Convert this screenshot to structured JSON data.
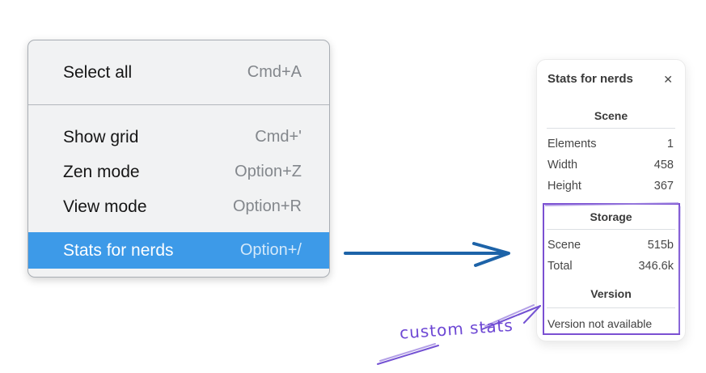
{
  "menu": {
    "items": [
      {
        "label": "Select all",
        "shortcut": "Cmd+A"
      },
      {
        "label": "Show grid",
        "shortcut": "Cmd+'"
      },
      {
        "label": "Zen mode",
        "shortcut": "Option+Z"
      },
      {
        "label": "View mode",
        "shortcut": "Option+R"
      },
      {
        "label": "Stats for nerds",
        "shortcut": "Option+/",
        "selected": true
      }
    ]
  },
  "stats_panel": {
    "title": "Stats for nerds",
    "close_icon": "✕",
    "sections": [
      {
        "header": "Scene",
        "rows": [
          {
            "label": "Elements",
            "value": "1"
          },
          {
            "label": "Width",
            "value": "458"
          },
          {
            "label": "Height",
            "value": "367"
          }
        ]
      },
      {
        "header": "Storage",
        "rows": [
          {
            "label": "Scene",
            "value": "515b"
          },
          {
            "label": "Total",
            "value": "346.6k"
          }
        ]
      },
      {
        "header": "Version",
        "note": "Version not available"
      }
    ]
  },
  "annotation": {
    "label": "custom stats"
  },
  "colors": {
    "menu_highlight": "#3d9ae8",
    "arrow_blue": "#1d63a8",
    "annotation_purple": "#7452d3",
    "panel_background": "#ffffff",
    "menu_background": "#f1f2f3"
  }
}
